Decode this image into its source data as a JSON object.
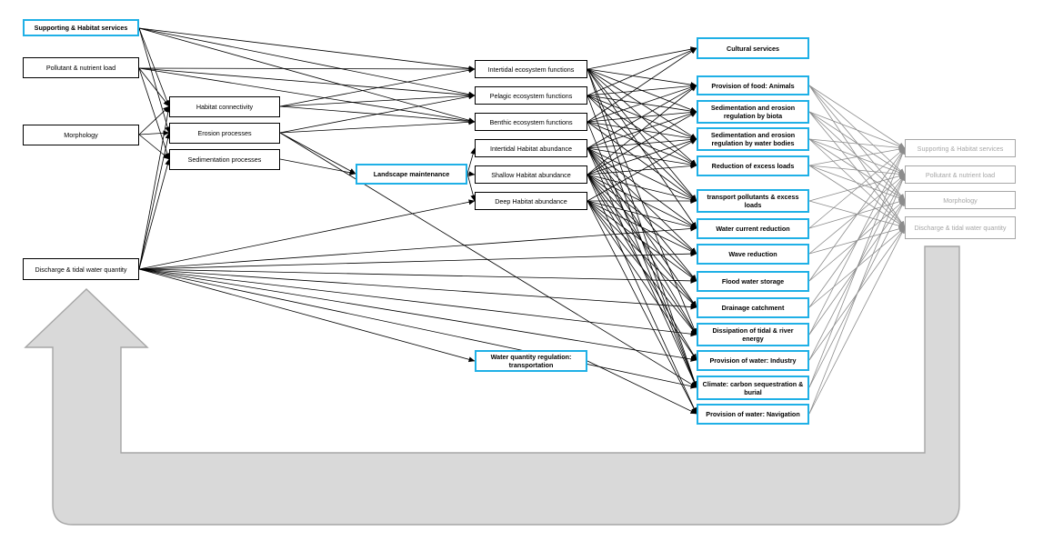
{
  "colors": {
    "blue_border": "#1fb0e6",
    "feedback_arrow_fill": "#d9d9d9",
    "feedback_arrow_stroke": "#a6a6a6",
    "edge_black": "#000000",
    "edge_grey": "#8c8c8c"
  },
  "drivers": {
    "supporting": "Supporting & Habitat services",
    "pollutant": "Pollutant & nutrient load",
    "morphology": "Morphology",
    "discharge": "Discharge & tidal water quantity"
  },
  "processes": {
    "habitat_connectivity": "Habitat connectivity",
    "erosion": "Erosion processes",
    "sedimentation": "Sedimentation processes"
  },
  "landscape": "Landscape maintenance",
  "functions": {
    "intertidal_ecosystem": "Intertidal ecosystem functions",
    "pelagic_ecosystem": "Pelagic ecosystem functions",
    "benthic_ecosystem": "Benthic ecosystem functions",
    "intertidal_habitat": "Intertidal Habitat abundance",
    "shallow_habitat": "Shallow Habitat abundance",
    "deep_habitat": "Deep Habitat abundance",
    "water_quantity_regulation": "Water quantity regulation: transportation"
  },
  "services": {
    "cultural": "Cultural services",
    "food_animals": "Provision of food: Animals",
    "sed_biota": "Sedimentation and erosion regulation by biota",
    "sed_water": "Sedimentation and erosion regulation by water bodies",
    "reduction_loads": "Reduction of excess loads",
    "transport_pollutants": "transport pollutants & excess loads",
    "water_current": "Water current reduction",
    "wave": "Wave reduction",
    "flood": "Flood water storage",
    "drainage": "Drainage catchment",
    "dissipation": "Dissipation of tidal & river energy",
    "industry": "Provision of water: Industry",
    "climate": "Climate: carbon sequestration & burial",
    "navigation": "Provision of water: Navigation"
  },
  "feedback": {
    "supporting": "Supporting & Habitat services",
    "pollutant": "Pollutant & nutrient load",
    "morphology": "Morphology",
    "discharge": "Discharge & tidal water quantity"
  }
}
